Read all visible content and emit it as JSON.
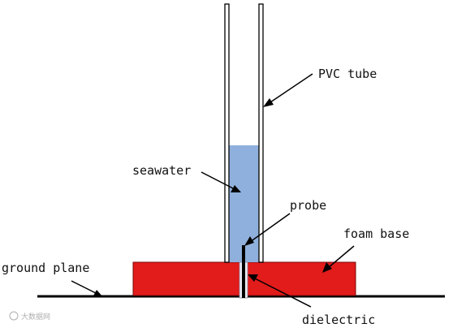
{
  "labels": {
    "pvc_tube": "PVC tube",
    "seawater": "seawater",
    "probe": "probe",
    "foam_base": "foam base",
    "ground_plane": "ground plane",
    "dielectric": "dielectric"
  },
  "watermark": "大数据网",
  "colors": {
    "seawater": "#8fb0dc",
    "foam_base": "#e21b1b",
    "line": "#000000",
    "background": "#ffffff"
  }
}
